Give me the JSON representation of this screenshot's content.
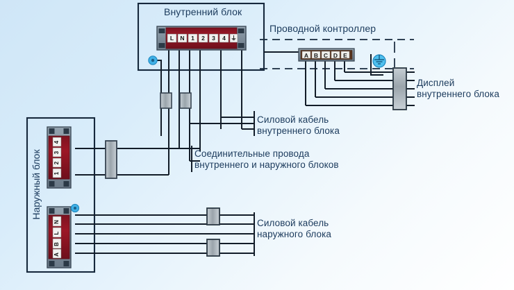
{
  "diagram": {
    "title_indoor_unit": "Внутренний блок",
    "title_outdoor_unit": "Наружный блок",
    "title_wired_controller": "Проводной контроллер",
    "label_indoor_display": "Дисплей\nвнутреннего блока",
    "label_indoor_power_cable": "Силовой кабель\nвнутреннего блока",
    "label_connecting_wires": "Соединительные провода\nвнутреннего и наружного блоков",
    "label_outdoor_power_cable": "Силовой кабель\nнаружного блока",
    "colors": {
      "background_top": "#cfe6f7",
      "background_bottom": "#ffffff",
      "text": "#1b3a5c",
      "wire": "#121c28",
      "terminal_body": "#8a1420",
      "terminal_frame": "#4a5a6a",
      "connector_gray": "#a9b2b8",
      "ground_symbol": "#36a8dd",
      "box_outline": "#16283c"
    },
    "indoor_terminal": {
      "name": "indoor-terminal-block",
      "labels": [
        "L",
        "N",
        "1",
        "2",
        "3",
        "4",
        "⏚"
      ]
    },
    "outdoor_signal_terminal": {
      "name": "outdoor-signal-terminal-block",
      "labels": [
        "4",
        "3",
        "2",
        "1"
      ]
    },
    "outdoor_power_terminal": {
      "name": "outdoor-power-terminal-block",
      "labels": [
        "N",
        "L",
        "B",
        "A"
      ]
    },
    "controller_terminal": {
      "name": "wired-controller-terminal-block",
      "labels": [
        "A",
        "B",
        "C",
        "D",
        "E"
      ]
    },
    "ground_symbols": [
      {
        "name": "indoor-ground-symbol"
      },
      {
        "name": "outdoor-ground-symbol"
      },
      {
        "name": "controller-ground-symbol"
      }
    ]
  }
}
